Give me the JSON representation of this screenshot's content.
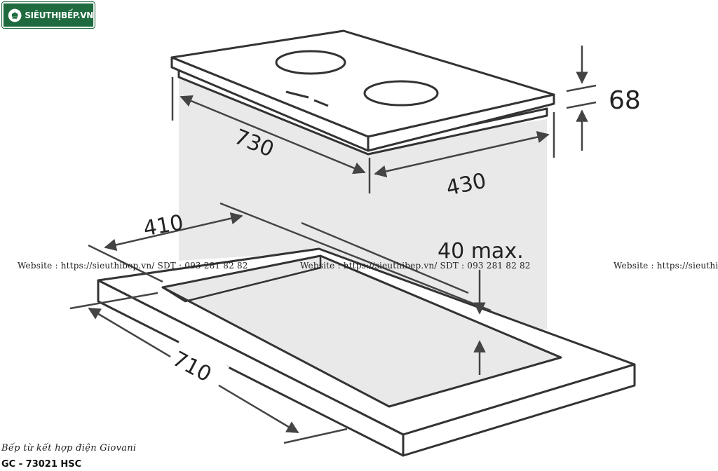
{
  "logo": {
    "text": "SIÊUTHỊBẾP.VN"
  },
  "dimensions": {
    "height": "68",
    "length": "730",
    "width": "430",
    "cutout_width": "410",
    "cutout_length": "710",
    "depth": "40 max."
  },
  "watermark": {
    "text_1": "Website : https://sieuthibep.vn/     SDT : 093 281 82 82",
    "text_2": "Website : https://sieuthibep.vn/ SDT : 093 281 82 82",
    "text_3": "Website : https://sieuthibep.vn/"
  },
  "caption": {
    "product_name": "Bếp từ kết hợp điện Giovani",
    "model": "GC - 73021 HSC"
  },
  "colors": {
    "brand": "#1f6b3f",
    "line": "#333333",
    "shade": "#e9e9e9"
  }
}
